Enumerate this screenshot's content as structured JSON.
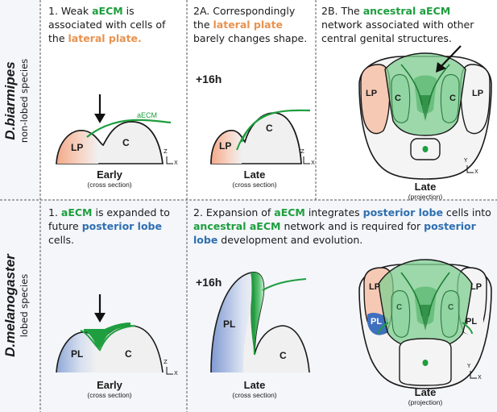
{
  "rows": [
    {
      "species": "D.biarmipes",
      "species_type": "non-lobed species",
      "panel1": {
        "num": "1. Weak ",
        "k1": "aECM",
        "t1": " is associated with cells of the ",
        "k2": "lateral plate.",
        "t2": ""
      },
      "panel2a": {
        "num": "2A. Correspondingly the ",
        "k1": "lateral plate",
        "t1": " barely changes shape."
      },
      "panel2b": {
        "num": "2B. The ",
        "k1": "ancestral aECM",
        "t1": " network associated with other central genital structures."
      },
      "early": {
        "stage": "Early",
        "sub": "(cross section)",
        "aecm": "aECM",
        "lp": "LP",
        "c": "C"
      },
      "late": {
        "time": "+16h",
        "stage": "Late",
        "sub": "(cross section)",
        "lp": "LP",
        "c": "C"
      },
      "proj": {
        "stage": "Late",
        "sub": "(projection)",
        "lp_l": "LP",
        "lp_r": "LP",
        "c_l": "C",
        "c_r": "C"
      },
      "axes_zx": {
        "v": "Z",
        "h": "X"
      },
      "axes_yx": {
        "v": "Y",
        "h": "X"
      }
    },
    {
      "species": "D.melanogaster",
      "species_type": "lobed species",
      "panel1": {
        "num": "1. ",
        "k1": "aECM",
        "t1": " is expanded to future ",
        "k2": "posterior lobe",
        "t2": " cells."
      },
      "panel2": {
        "num": "2. Expansion of ",
        "k1": "aECM",
        "t1": " integrates ",
        "k2": "posterior lobe",
        "t2": " cells into ",
        "k3": "ancestral aECM",
        "t3": " network and is required for ",
        "k4": "posterior lobe",
        "t4": " development and evolution."
      },
      "early": {
        "stage": "Early",
        "sub": "(cross section)",
        "pl": "PL",
        "c": "C"
      },
      "late": {
        "time": "+16h",
        "stage": "Late",
        "sub": "(cross section)",
        "pl": "PL",
        "c": "C"
      },
      "proj": {
        "stage": "Late",
        "sub": "(projection)",
        "lp_l": "LP",
        "lp_r": "LP",
        "c_l": "C",
        "c_r": "C",
        "pl_l": "PL",
        "pl_r": "PL"
      },
      "axes_zx": {
        "v": "Z",
        "h": "X"
      },
      "axes_yx": {
        "v": "Y",
        "h": "X"
      }
    }
  ],
  "colors": {
    "green": "#1e9e3e",
    "orange": "#e8924f",
    "blue": "#2f6fb0",
    "tissue": "#f0f0f0",
    "outline": "#1a1a1a"
  }
}
